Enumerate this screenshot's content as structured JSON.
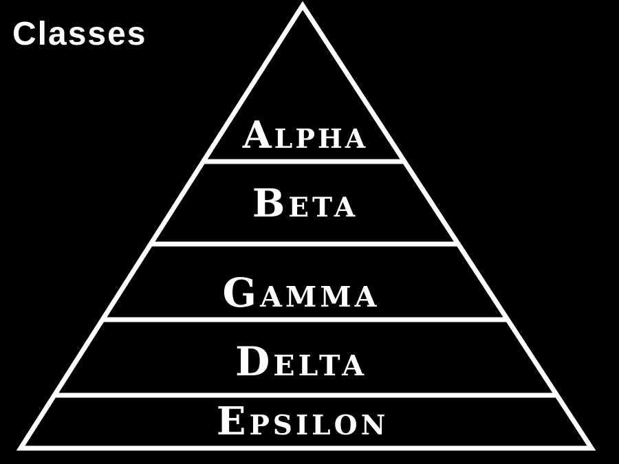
{
  "title": "Classes",
  "pyramid": {
    "tiers": [
      {
        "label": "Alpha"
      },
      {
        "label": "Beta"
      },
      {
        "label": "Gamma"
      },
      {
        "label": "Delta"
      },
      {
        "label": "Epsilon"
      }
    ]
  },
  "colors": {
    "background": "#000000",
    "outline": "#ffffff",
    "text": "#ffffff"
  }
}
